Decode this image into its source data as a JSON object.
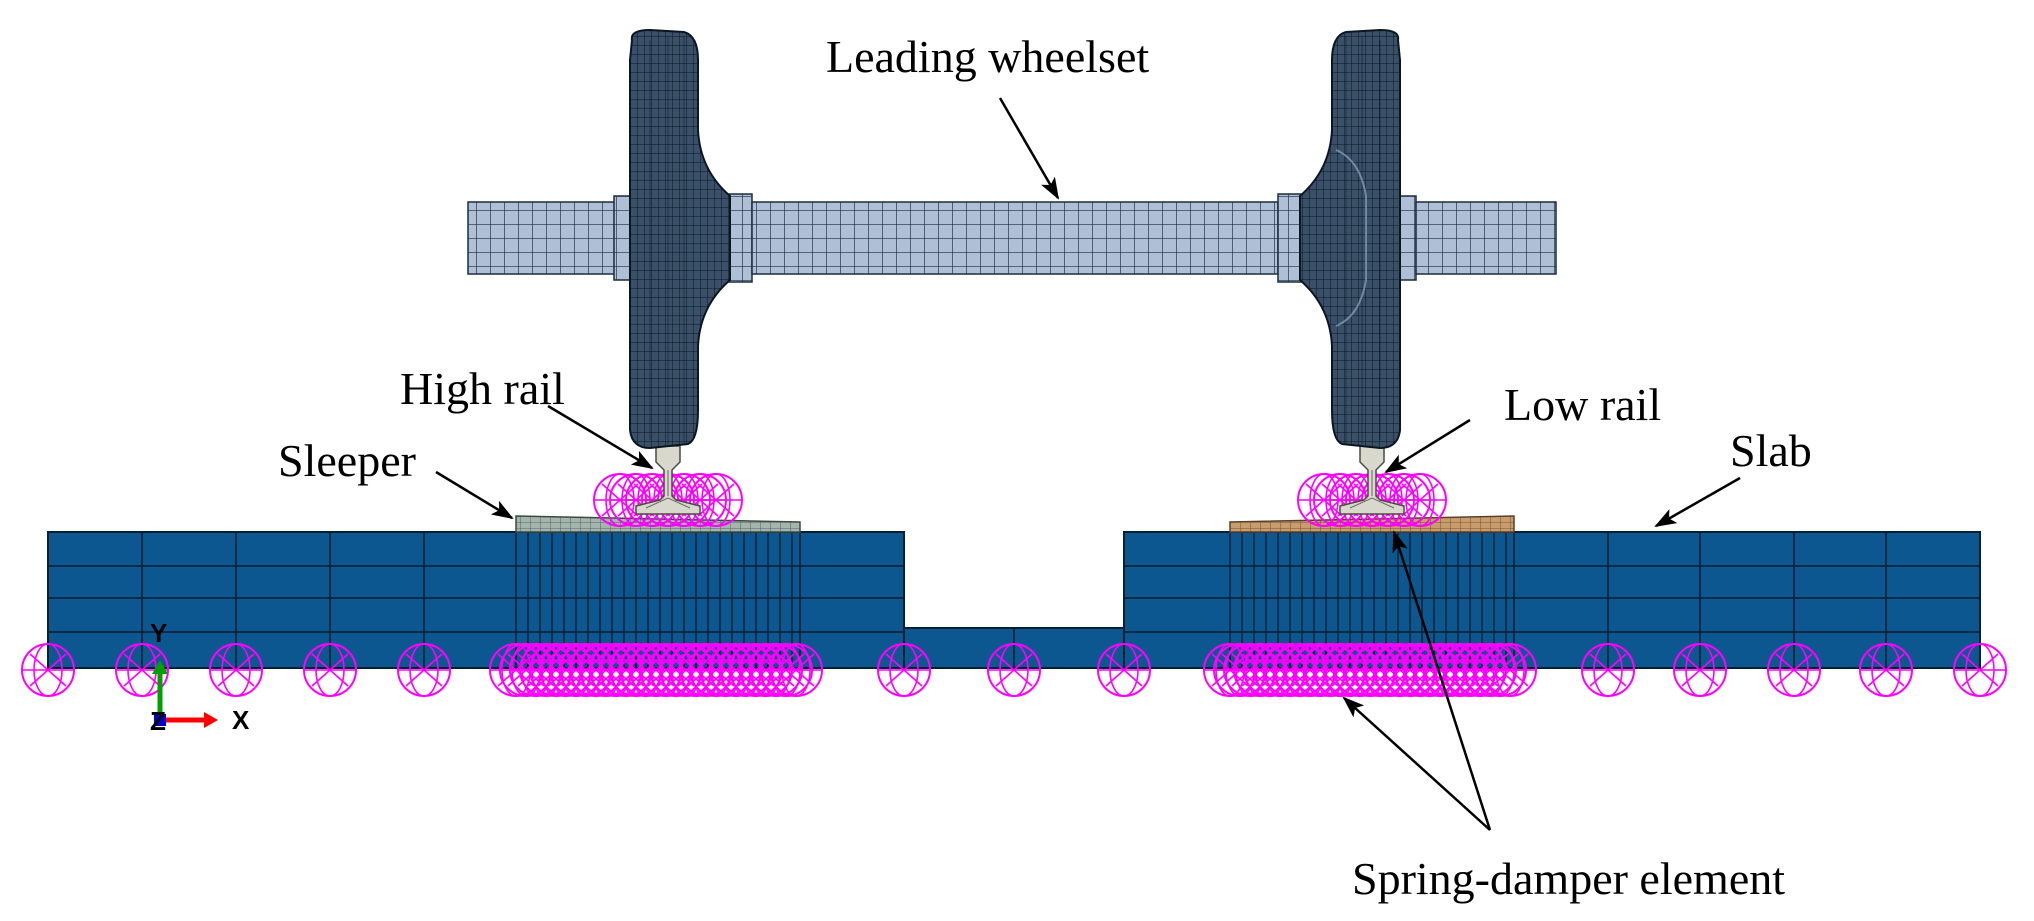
{
  "labels": {
    "leading_wheelset": "Leading wheelset",
    "high_rail": "High rail",
    "low_rail": "Low rail",
    "sleeper": "Sleeper",
    "slab": "Slab",
    "spring_damper": "Spring-damper element"
  },
  "triad": {
    "x": "X",
    "y": "Y",
    "z": "Z"
  },
  "colors": {
    "slab": "#0d5790",
    "slab_lines": "#0a1f33",
    "axle": "#aebfd6",
    "wheel": "#30475e",
    "mesh_line": "#0d1a29",
    "spring": "#ff00ff",
    "rail": "#d9d8cc",
    "sleeper_left": "#9fb0a8",
    "sleeper_right": "#c9a070",
    "triad_x": "#ff0000",
    "triad_y": "#00a000",
    "triad_z": "#0000cc"
  }
}
